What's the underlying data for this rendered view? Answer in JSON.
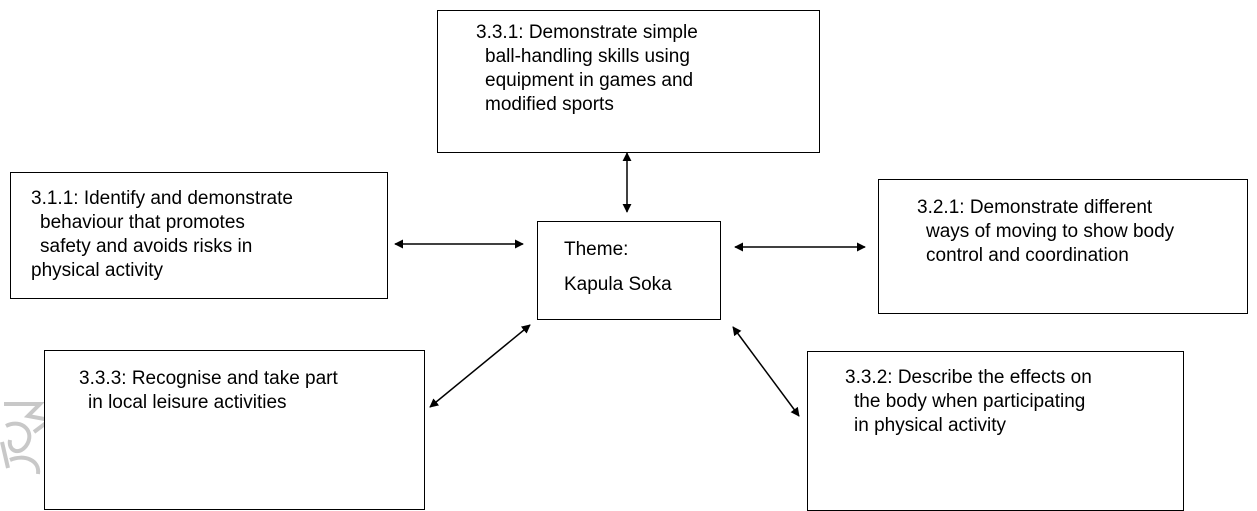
{
  "theme": {
    "label": "Theme:",
    "name": "Kapula Soka"
  },
  "outcomes": {
    "o_3_3_1": {
      "lines": [
        "3.3.1: Demonstrate simple",
        "ball-handling skills using",
        "equipment in games and",
        "modified sports"
      ]
    },
    "o_3_1_1": {
      "lines": [
        "3.1.1: Identify and demonstrate",
        "behaviour that promotes",
        "safety and avoids risks in",
        "physical activity"
      ]
    },
    "o_3_2_1": {
      "lines": [
        "3.2.1: Demonstrate different",
        "ways of moving to show body",
        "control and coordination"
      ]
    },
    "o_3_3_3": {
      "lines": [
        "3.3.3: Recognise and take part",
        "in local leisure activities"
      ]
    },
    "o_3_3_2": {
      "lines": [
        "3.3.2: Describe the effects on",
        "the body when participating",
        "in physical activity"
      ]
    }
  },
  "connectors": [
    {
      "from": "theme",
      "to": "o_3_3_1",
      "arrow": "both"
    },
    {
      "from": "theme",
      "to": "o_3_1_1",
      "arrow": "both"
    },
    {
      "from": "theme",
      "to": "o_3_2_1",
      "arrow": "both"
    },
    {
      "from": "theme",
      "to": "o_3_3_3",
      "arrow": "both"
    },
    {
      "from": "theme",
      "to": "o_3_3_2",
      "arrow": "both"
    }
  ],
  "colors": {
    "line": "#000000",
    "background": "#ffffff",
    "watermark": "#c8c8c8"
  }
}
